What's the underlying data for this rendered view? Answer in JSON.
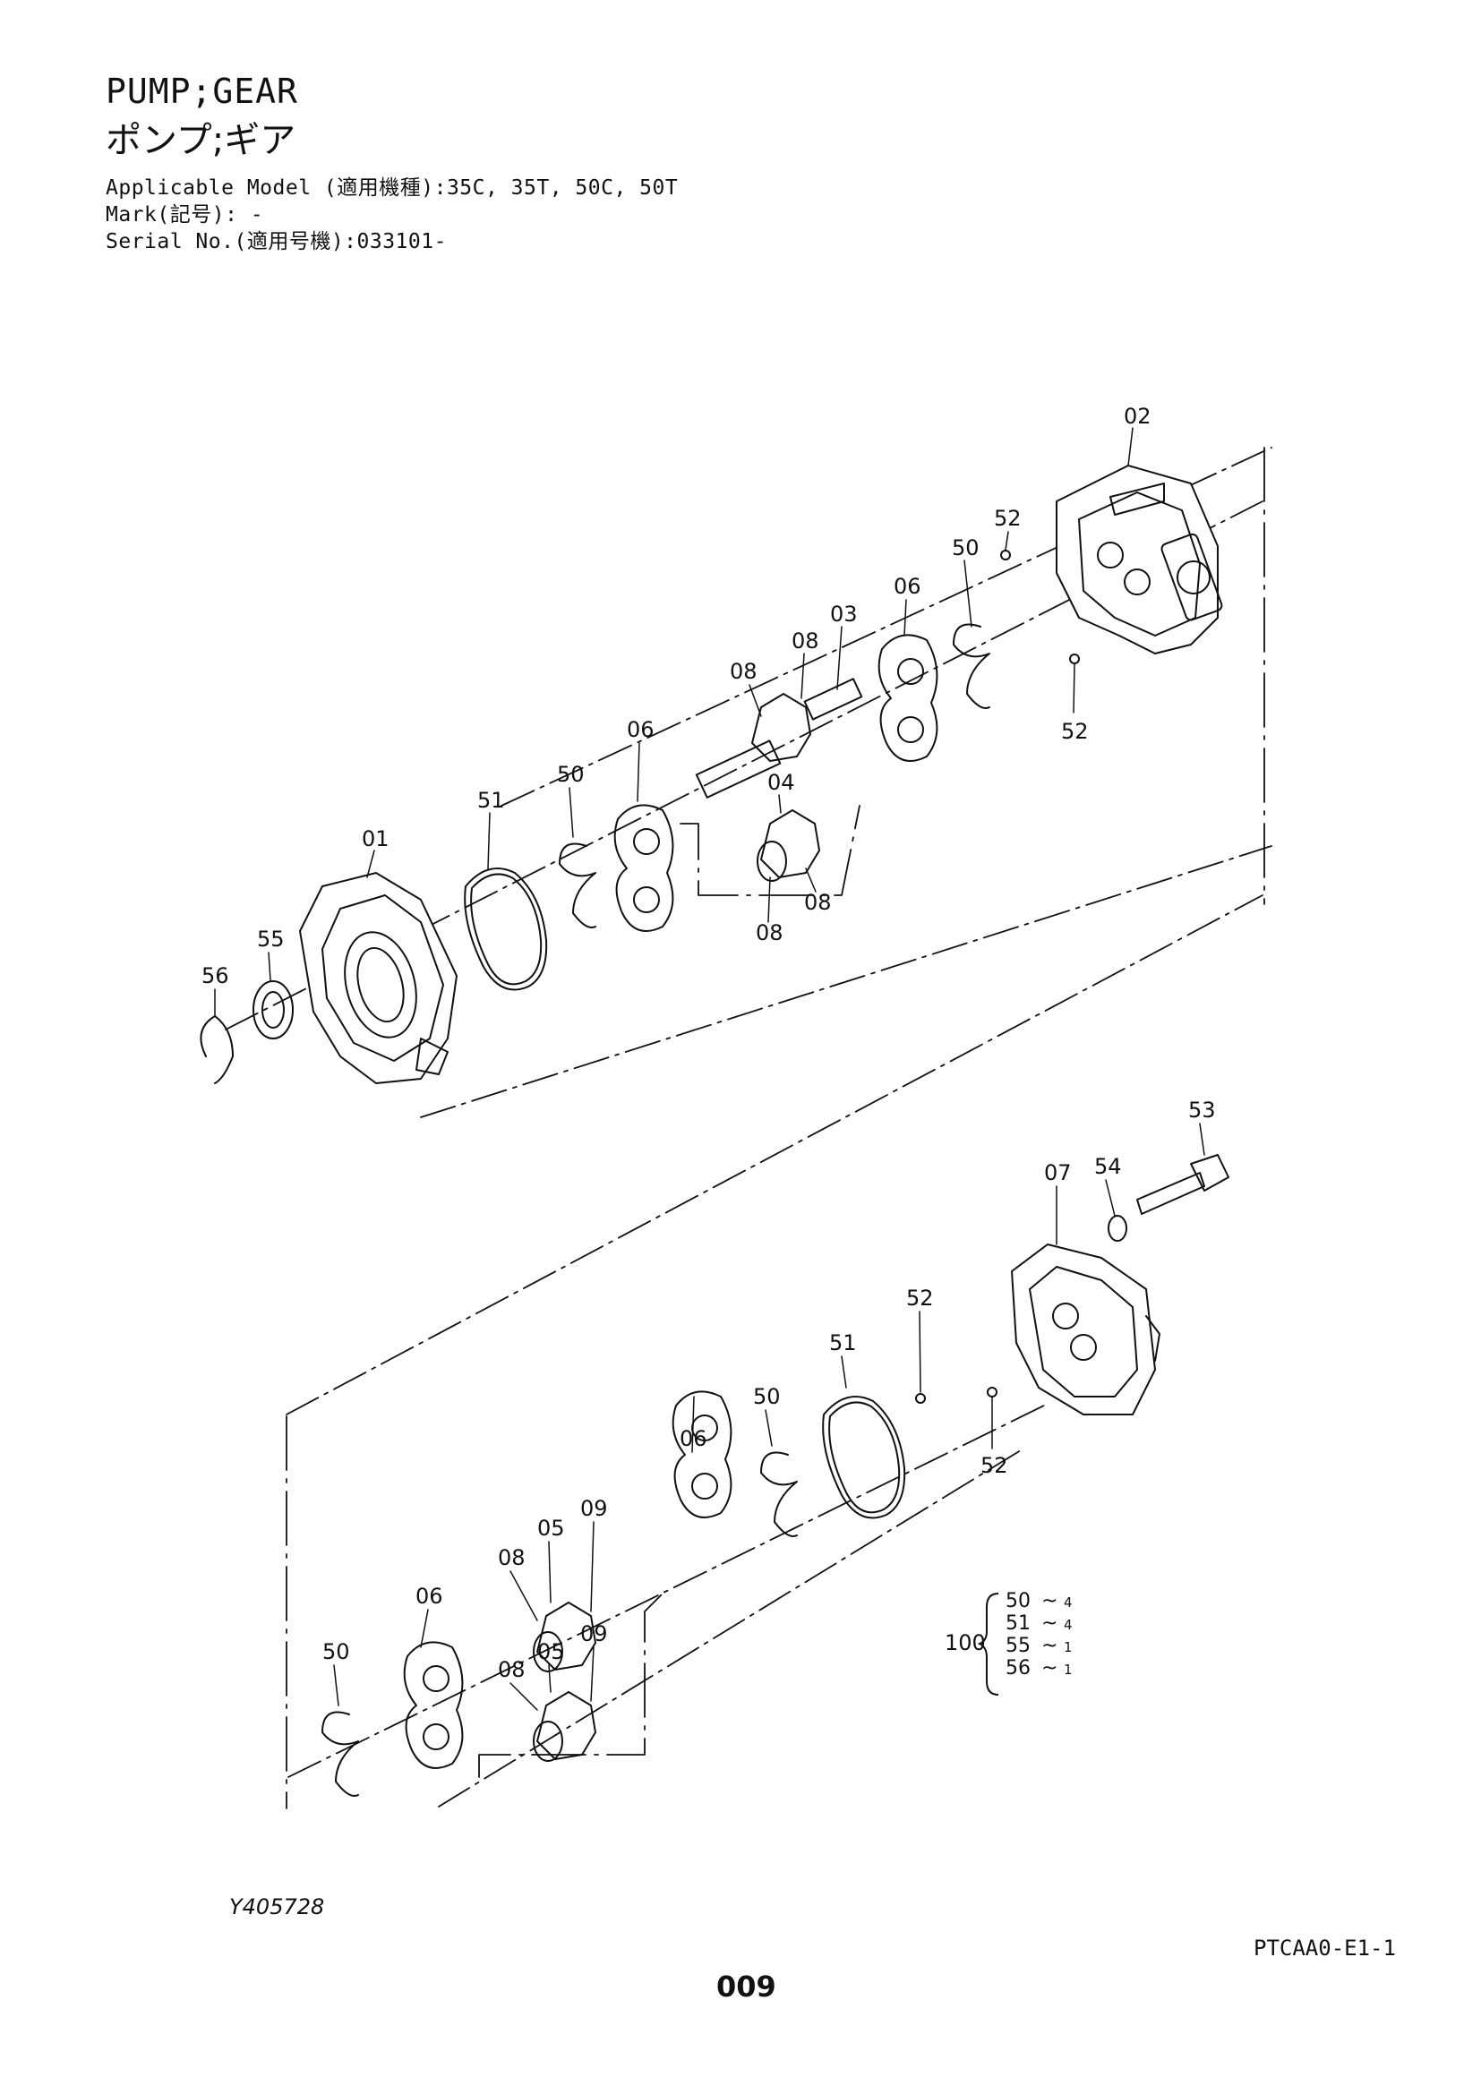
{
  "header": {
    "title_en": "PUMP;GEAR",
    "title_ja": "ポンプ;ギア",
    "applicable_model": "Applicable Model (適用機種):35C, 35T, 50C, 50T",
    "mark": "Mark(記号): -",
    "serial_no": "Serial No.(適用号機):033101-"
  },
  "callouts": {
    "c01": "01",
    "c02": "02",
    "c03": "03",
    "c04": "04",
    "c05a": "05",
    "c05b": "05",
    "c06a": "06",
    "c06b": "06",
    "c06c": "06",
    "c06d": "06",
    "c07": "07",
    "c08a": "08",
    "c08b": "08",
    "c08c": "08",
    "c08d": "08",
    "c08e": "08",
    "c08f": "08",
    "c09a": "09",
    "c09b": "09",
    "c50a": "50",
    "c50b": "50",
    "c50c": "50",
    "c50d": "50",
    "c51a": "51",
    "c51b": "51",
    "c52a": "52",
    "c52b": "52",
    "c52c": "52",
    "c52d": "52",
    "c53": "53",
    "c54": "54",
    "c55": "55",
    "c56": "56"
  },
  "kit": {
    "number": "100",
    "items": [
      {
        "part": "50",
        "qty": "4"
      },
      {
        "part": "51",
        "qty": "4"
      },
      {
        "part": "55",
        "qty": "1"
      },
      {
        "part": "56",
        "qty": "1"
      }
    ]
  },
  "footer": {
    "drawing_no": "Y405728",
    "page_code": "PTCAA0-E1-1",
    "page_number": "009"
  }
}
